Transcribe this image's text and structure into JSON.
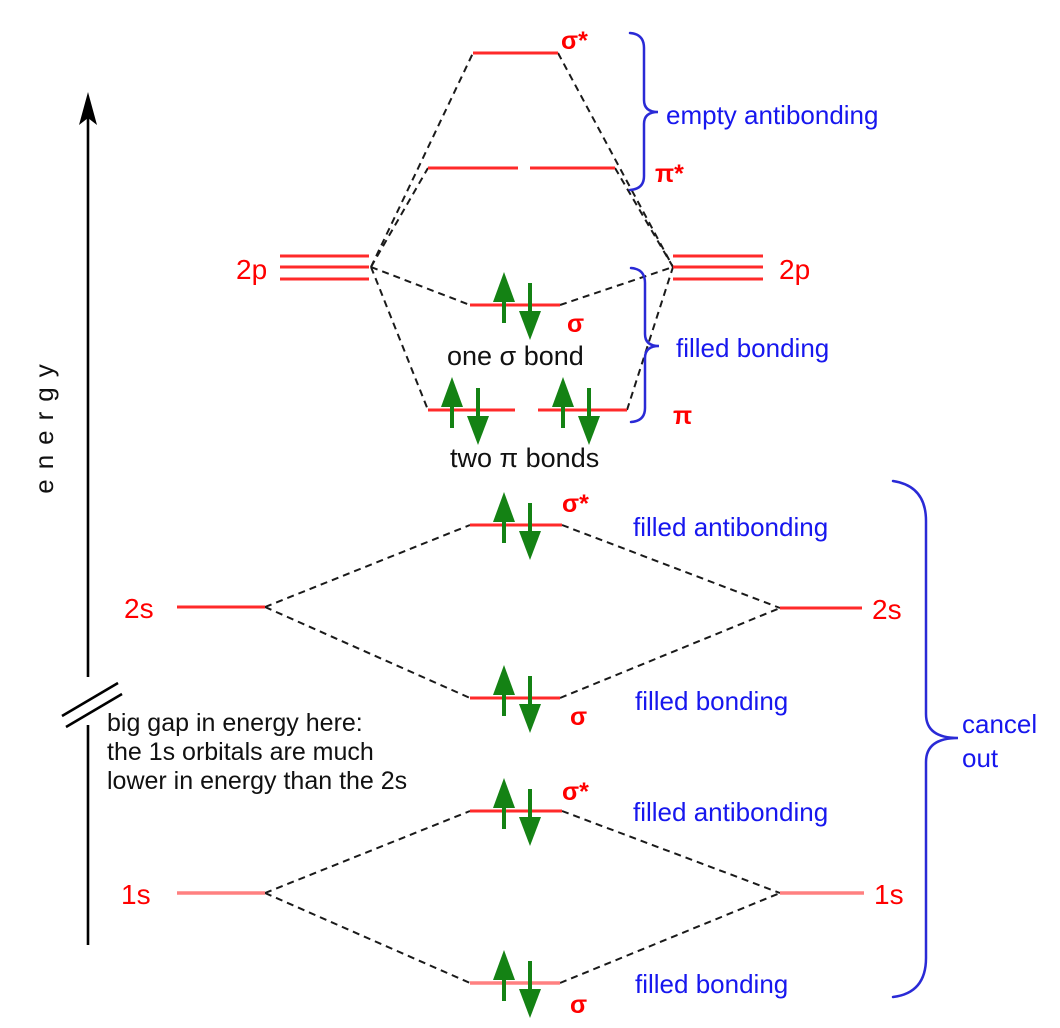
{
  "axis": {
    "label": "energy"
  },
  "atomic_orbitals": {
    "p": "2p",
    "s2": "2s",
    "s1": "1s"
  },
  "molecular_orbitals": {
    "sigma_star": "σ*",
    "pi_star": "π*",
    "sigma": "σ",
    "pi": "π"
  },
  "annotations": {
    "empty_antibonding": "empty antibonding",
    "filled_bonding": "filled bonding",
    "filled_antibonding": "filled antibonding",
    "cancel_line1": "cancel",
    "cancel_line2": "out",
    "one_sigma_bond": "one σ bond",
    "two_pi_bonds": "two π bonds",
    "big_gap_line1": "big gap in energy here:",
    "big_gap_line2": "the 1s orbitals are much",
    "big_gap_line3": "lower in energy than the 2s"
  },
  "colors": {
    "level_red": "#ff2a2a",
    "level_light_red": "#ff8080",
    "label_red": "#ff0000",
    "annotation_blue": "#1717ee",
    "brace_blue": "#2a2ad6",
    "electron_green": "#148214",
    "line_black": "#1a1a1a"
  }
}
